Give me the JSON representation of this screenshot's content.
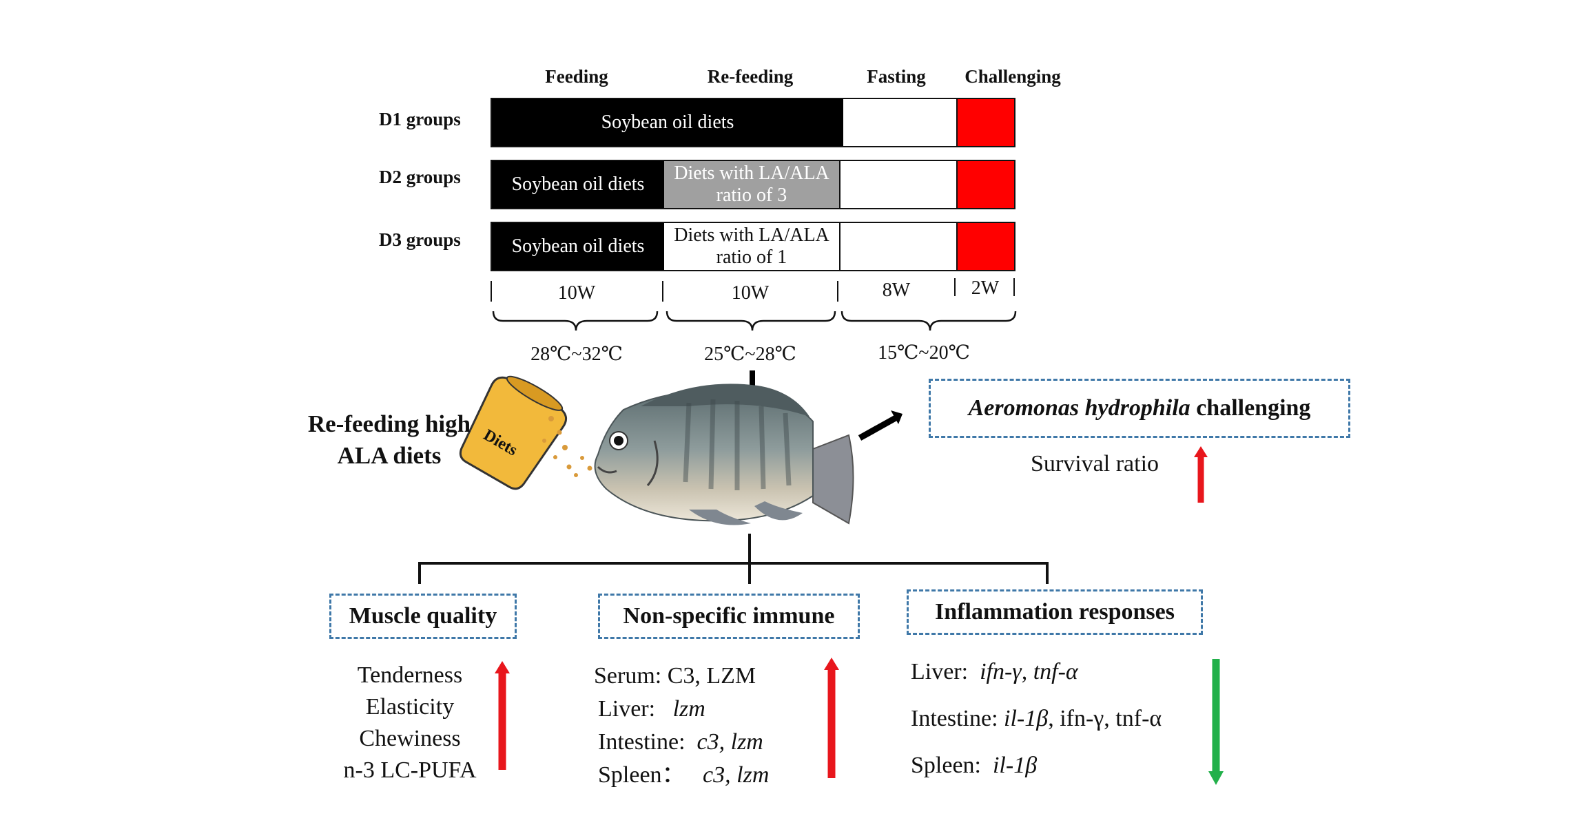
{
  "timeline": {
    "phases": [
      "Feeding",
      "Re-feeding",
      "Fasting",
      "Challenging"
    ],
    "groups": [
      {
        "label": "D1 groups",
        "segments": [
          "Soybean oil diets"
        ]
      },
      {
        "label": "D2 groups",
        "segments": [
          "Soybean oil diets",
          "Diets with LA/ALA",
          "ratio of 3"
        ]
      },
      {
        "label": "D3 groups",
        "segments": [
          "Soybean oil diets",
          "Diets with LA/ALA",
          "ratio of 1"
        ]
      }
    ],
    "durations": [
      "10W",
      "10W",
      "8W",
      "2W"
    ],
    "temperatures": [
      "28℃~32℃",
      "25℃~28℃",
      "15℃~20℃"
    ]
  },
  "feed": {
    "line1": "Re-feeding high",
    "line2": "ALA diets",
    "bag_label": "Diets"
  },
  "challenge": {
    "title_italic": "Aeromonas hydrophila",
    "title_rest": " challenging",
    "result": "Survival ratio"
  },
  "muscle": {
    "title": "Muscle quality",
    "items": [
      "Tenderness",
      "Elasticity",
      "Chewiness",
      "n-3 LC-PUFA"
    ]
  },
  "immune": {
    "title": "Non-specific immune",
    "rows": [
      {
        "tissue": "Serum: ",
        "genes": "C3,  LZM",
        "italic": false
      },
      {
        "tissue": "Liver:   ",
        "genes": "lzm",
        "italic": true
      },
      {
        "tissue": "Intestine:  ",
        "genes": "c3,  lzm",
        "italic": true
      },
      {
        "tissue": "Spleen：   ",
        "genes": "c3, lzm",
        "italic": true
      }
    ]
  },
  "inflammation": {
    "title": "Inflammation responses",
    "liver_tissue": "Liver:  ",
    "liver_genes": "ifn-γ, tnf-α",
    "intestine_tissue": "Intestine: ",
    "intestine_italic": "il-1β",
    "intestine_rest": ", ifn-γ, tnf-α",
    "spleen_tissue": "Spleen:  ",
    "spleen_genes": "il-1β"
  },
  "colors": {
    "black": "#000000",
    "gray": "#a0a0a0",
    "red": "#ff0000",
    "up_arrow": "#e8161c",
    "down_arrow": "#22b04a",
    "dash": "#3f78a8"
  }
}
